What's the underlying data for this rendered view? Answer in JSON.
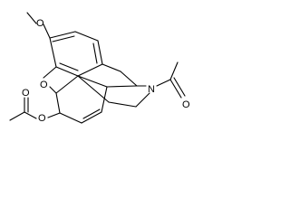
{
  "molecule": {
    "atoms": {
      "methoxy_o": "O",
      "ring_o": "O",
      "nitrogen": "N",
      "acetyl_o": "O",
      "ester_o": "O",
      "ester_carbonyl_o": "O"
    }
  }
}
